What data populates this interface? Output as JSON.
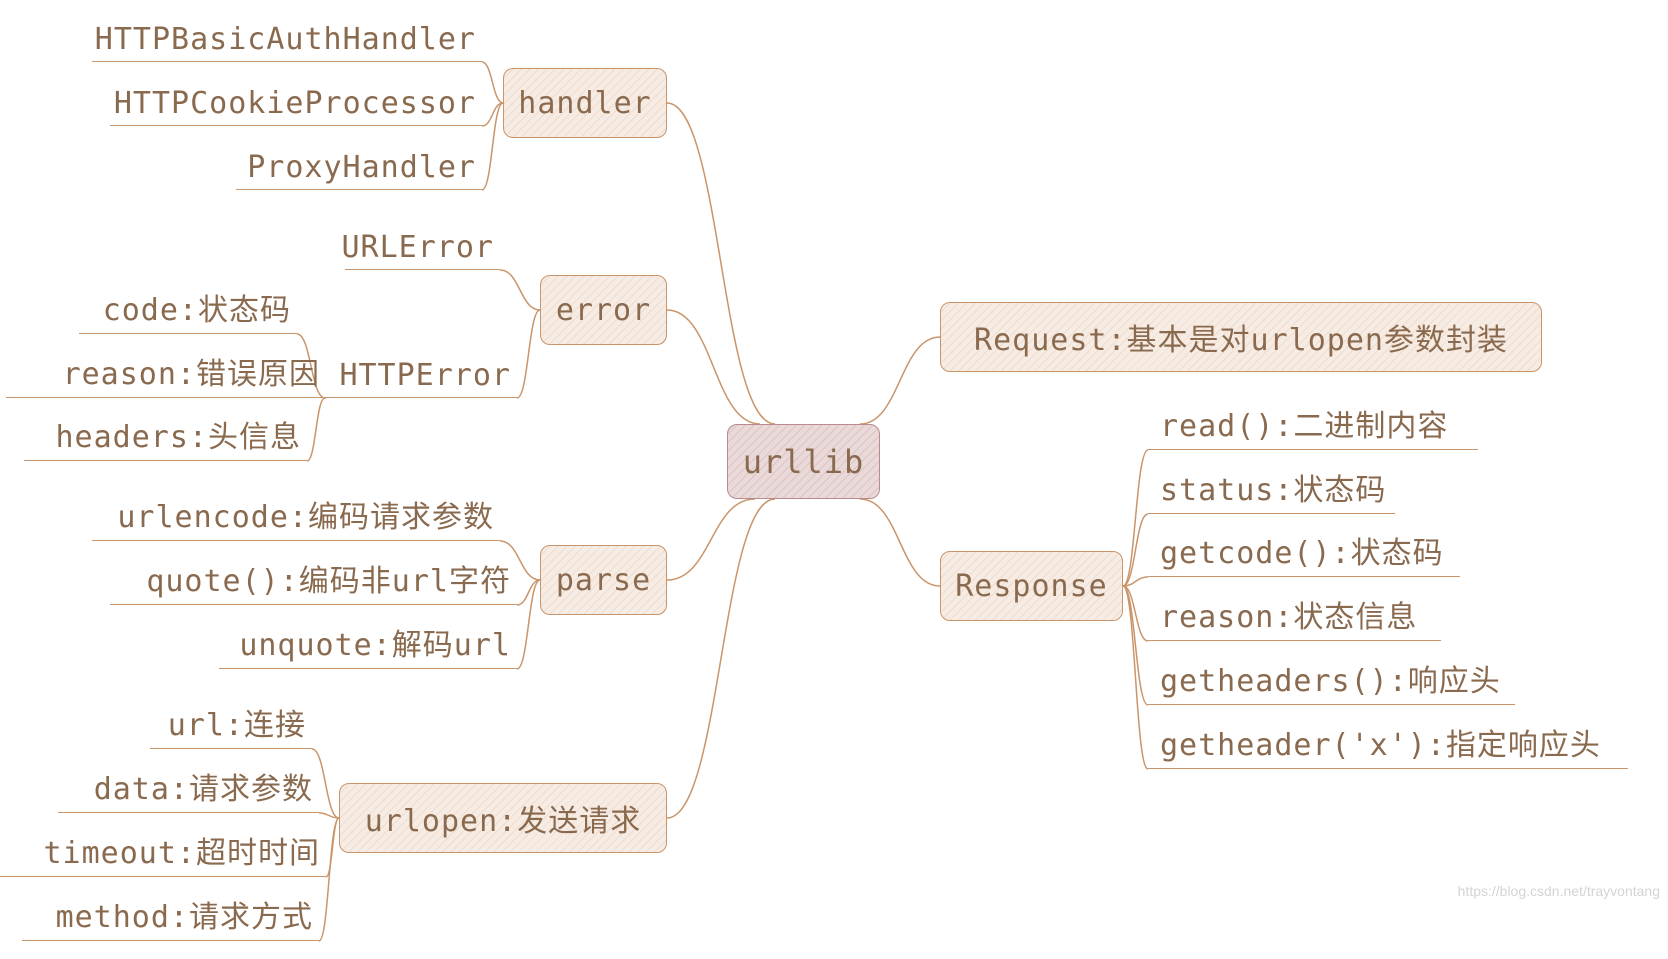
{
  "root": "urllib",
  "left": {
    "handler": {
      "label": "handler",
      "children": [
        "HTTPBasicAuthHandler",
        "HTTPCookieProcessor",
        "ProxyHandler"
      ]
    },
    "error": {
      "label": "error",
      "url_error": "URLError",
      "http_error": "HTTPError",
      "http_error_children": [
        "code:状态码",
        "reason:错误原因",
        "headers:头信息"
      ]
    },
    "parse": {
      "label": "parse",
      "children": [
        "urlencode:编码请求参数",
        "quote():编码非url字符",
        "unquote:解码url"
      ]
    },
    "urlopen": {
      "label": "urlopen:发送请求",
      "children": [
        "url:连接",
        "data:请求参数",
        "timeout:超时时间",
        "method:请求方式"
      ]
    }
  },
  "right": {
    "request": {
      "label": "Request:基本是对urlopen参数封装"
    },
    "response": {
      "label": "Response",
      "children": [
        "read():二进制内容",
        "status:状态码",
        "getcode():状态码",
        "reason:状态信息",
        "getheaders():响应头",
        "getheader('x'):指定响应头"
      ]
    }
  },
  "watermark": "https://blog.csdn.net/trayvontang",
  "colors": {
    "line": "#c9956b",
    "text": "#8a6a4f",
    "node_fill": "#f7ece4",
    "root_fill": "#ead9d9"
  }
}
